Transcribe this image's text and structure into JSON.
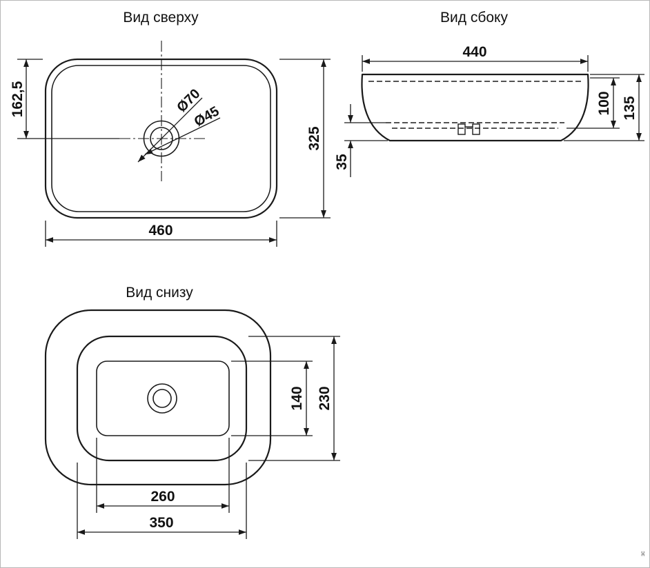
{
  "top_view": {
    "title": "Вид сверху",
    "dims": {
      "width": "460",
      "height": "325",
      "offset_y": "162,5",
      "drain_outer": "Ø70",
      "drain_inner": "Ø45"
    }
  },
  "side_view": {
    "title": "Вид сбоку",
    "dims": {
      "width": "440",
      "inner_depth": "100",
      "total_height": "135",
      "base_height": "35"
    }
  },
  "bottom_view": {
    "title": "Вид снизу",
    "dims": {
      "inner_width": "260",
      "base_width": "350",
      "inner_height": "140",
      "base_height": "230"
    }
  },
  "colors": {
    "line": "#1a1a1a",
    "background": "#ffffff",
    "frame": "#b7b7b7"
  },
  "watermark": "зс"
}
